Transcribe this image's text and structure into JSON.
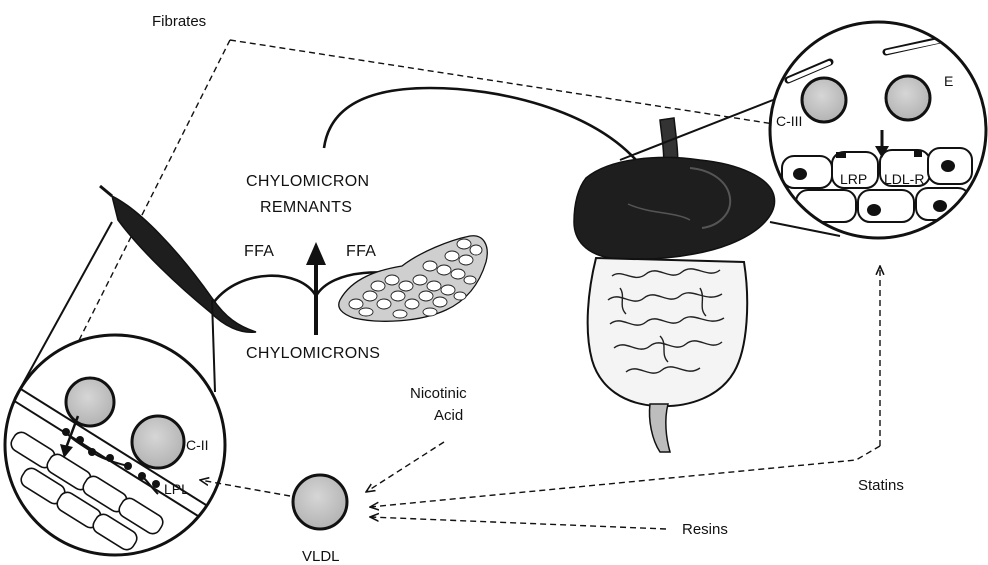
{
  "labels": {
    "fibrates": "Fibrates",
    "chylomicron_remnants_line1": "CHYLOMICRON",
    "chylomicron_remnants_line2": "REMNANTS",
    "ffa_left": "FFA",
    "ffa_right": "FFA",
    "chylomicrons": "CHYLOMICRONS",
    "nicotinic_line1": "Nicotinic",
    "nicotinic_line2": "Acid",
    "statins": "Statins",
    "resins": "Resins",
    "vldl": "VLDL",
    "c2": "C-II",
    "lpl": "LPL",
    "c3": "C-III",
    "e": "E",
    "lrp": "LRP",
    "ldlr": "LDL-R"
  },
  "colors": {
    "ink": "#111111",
    "particle_fill": "#c9c9c9",
    "organ_dark": "#1e1e1e",
    "background": "#ffffff"
  },
  "icons": {
    "muscle": "muscle-icon",
    "adipose": "adipose-tissue-icon",
    "liver_gut": "liver-and-intestine-icon",
    "capillary_zoom": "capillary-zoom-icon",
    "liver_zoom": "hepatocyte-zoom-icon"
  }
}
